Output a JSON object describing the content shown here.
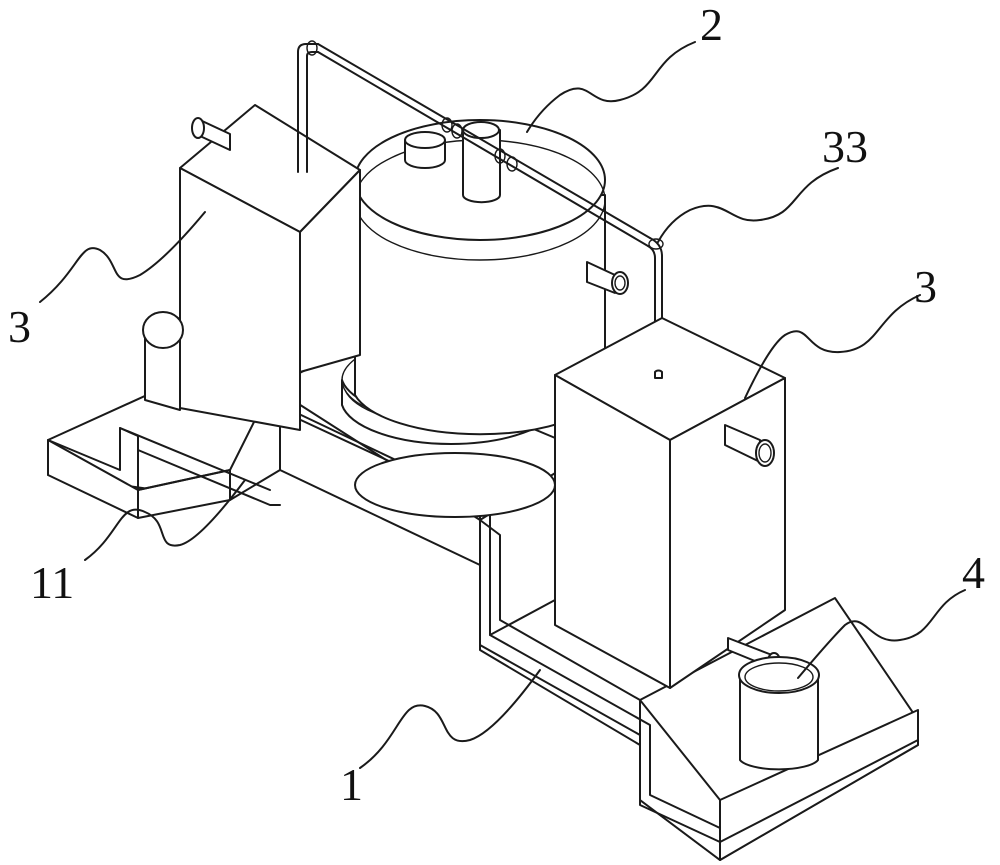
{
  "figure": {
    "labels": [
      {
        "id": "label-2",
        "text": "2"
      },
      {
        "id": "label-33",
        "text": "33"
      },
      {
        "id": "label-3-left",
        "text": "3"
      },
      {
        "id": "label-3-right",
        "text": "3"
      },
      {
        "id": "label-4",
        "text": "4"
      },
      {
        "id": "label-11",
        "text": "11"
      },
      {
        "id": "label-1",
        "text": "1"
      }
    ]
  }
}
